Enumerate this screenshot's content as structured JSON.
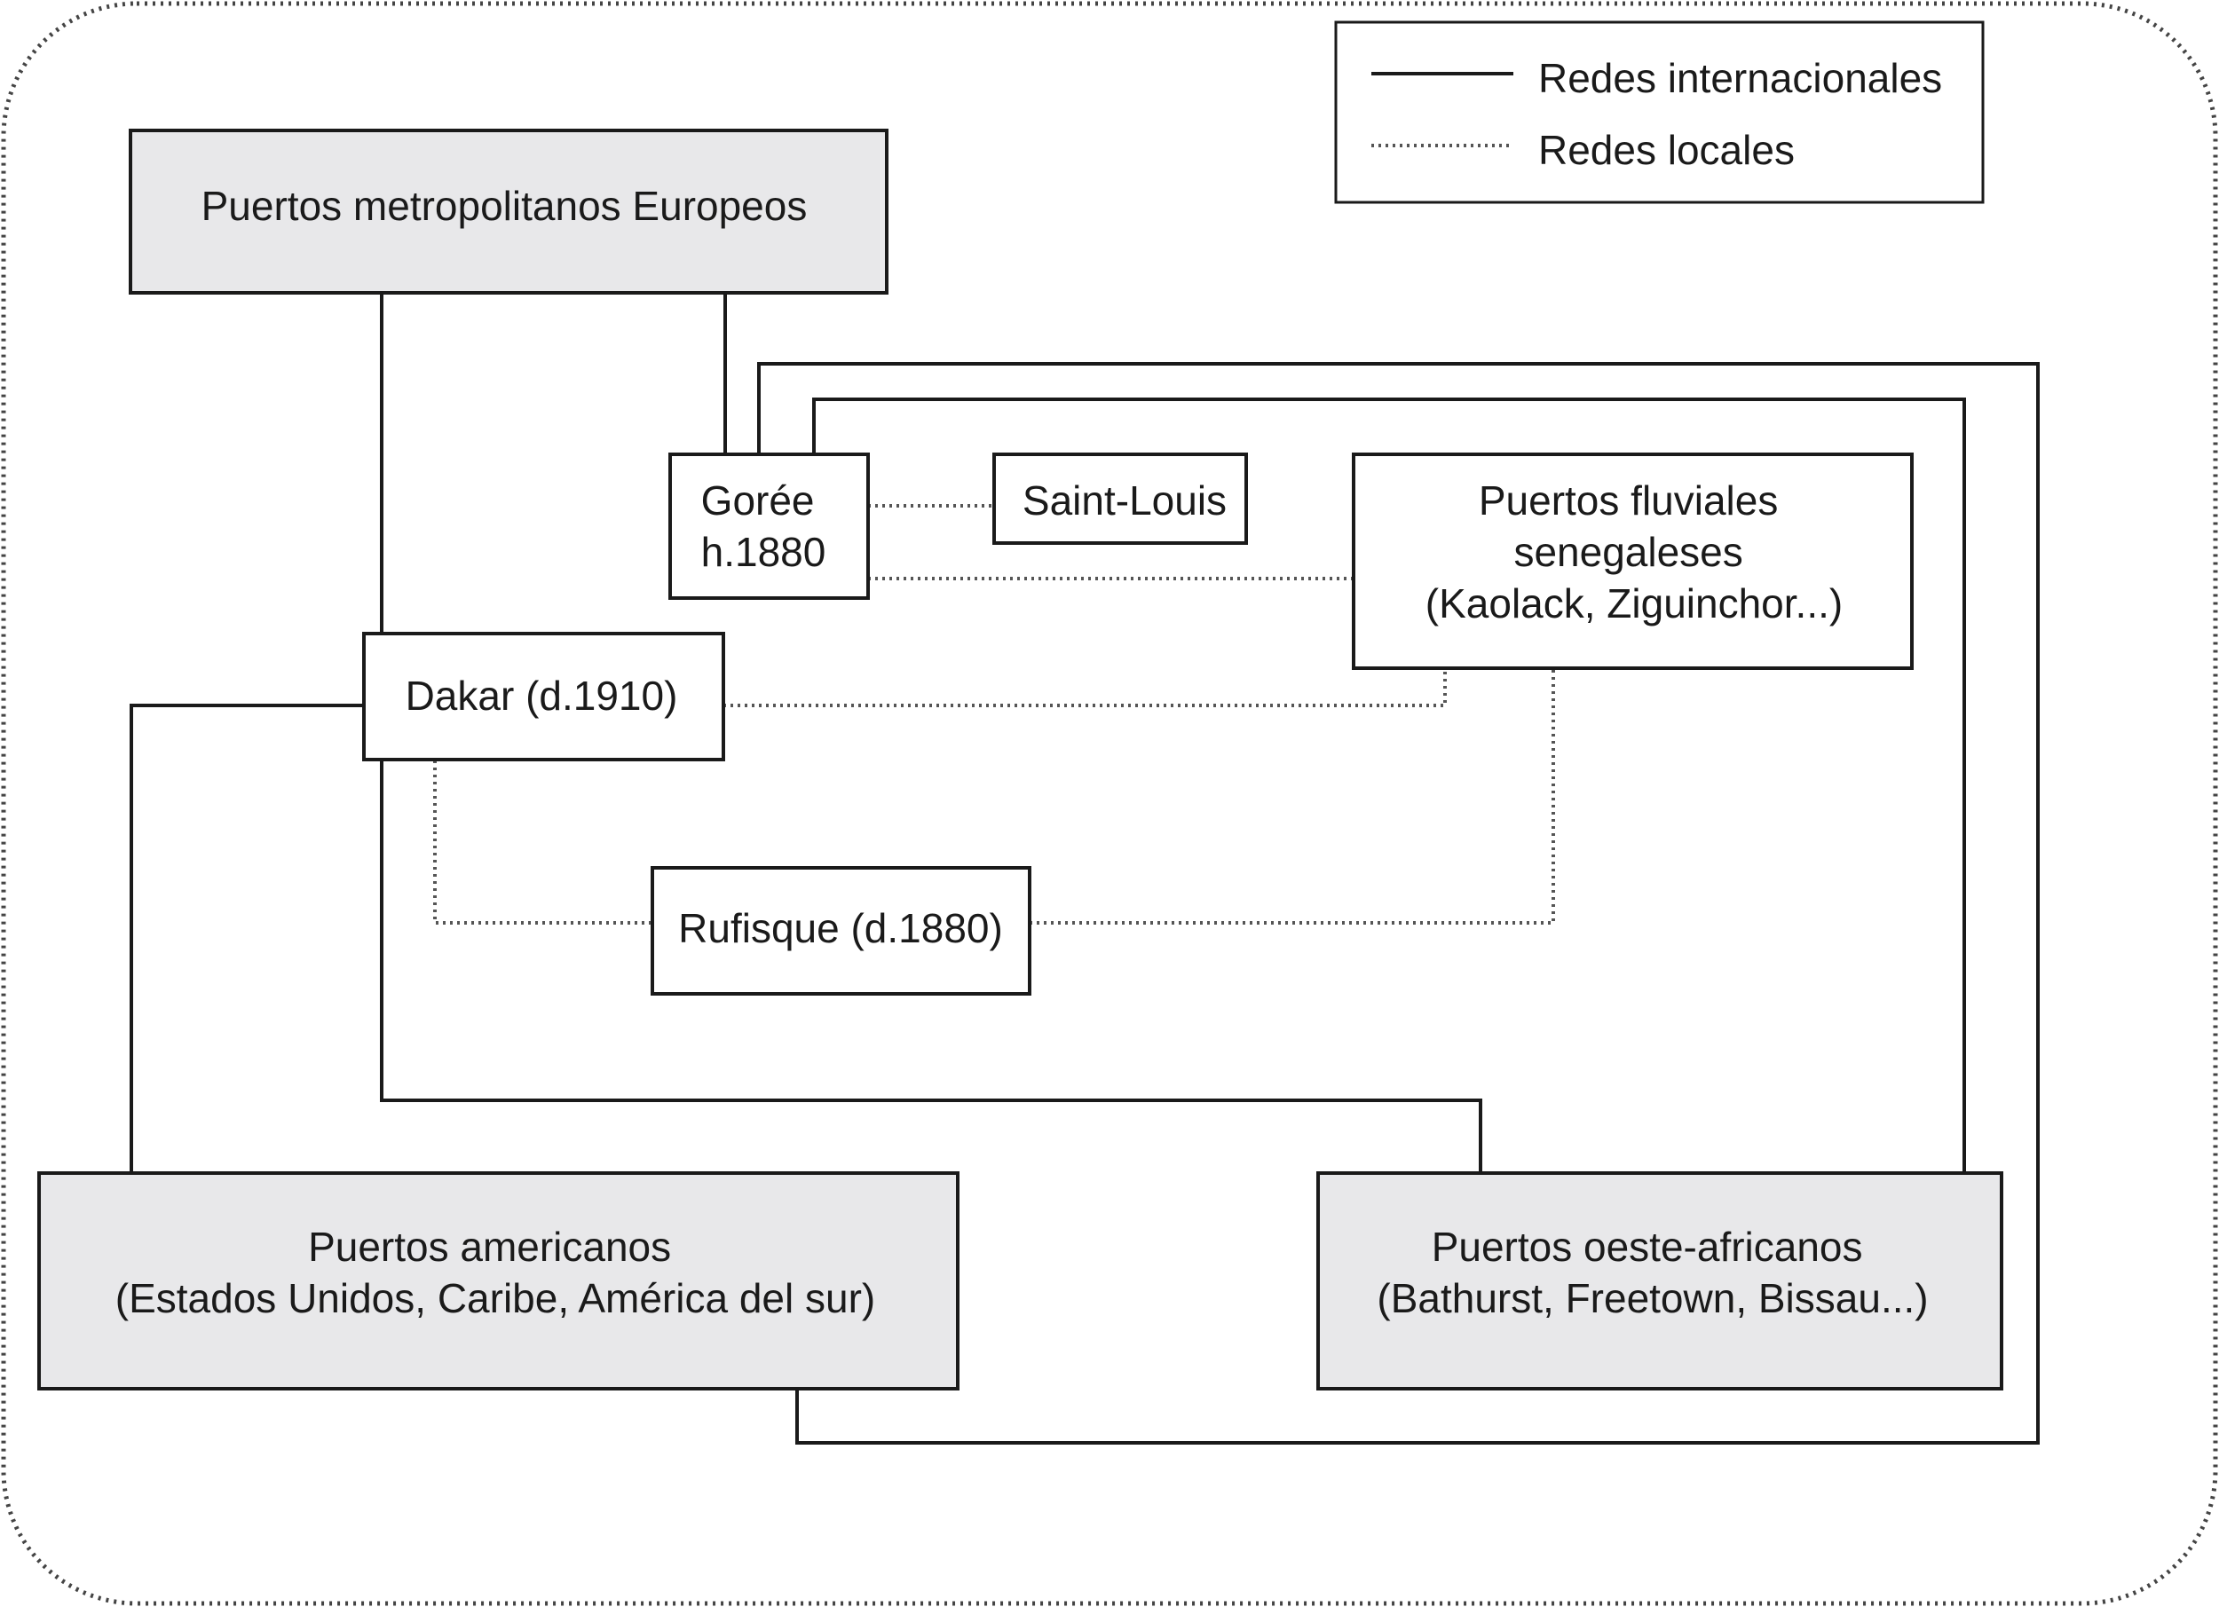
{
  "colors": {
    "box_fill_shaded": "#e8e8ea",
    "box_fill_plain": "#ffffff",
    "stroke": "#1a1a1a",
    "dotted_stroke": "#555555"
  },
  "legend": {
    "international_label": "Redes internacionales",
    "local_label": "Redes locales"
  },
  "nodes": {
    "european": {
      "lines": [
        "Puertos metropolitanos Europeos"
      ]
    },
    "goree": {
      "lines": [
        "Gorée",
        "h.1880"
      ]
    },
    "saint_louis": {
      "lines": [
        "Saint-Louis"
      ]
    },
    "fluviales": {
      "lines": [
        "Puertos fluviales",
        "senegaleses",
        "(Kaolack, Ziguinchor...)"
      ]
    },
    "dakar": {
      "lines": [
        "Dakar (d.1910)"
      ]
    },
    "rufisque": {
      "lines": [
        "Rufisque (d.1880)"
      ]
    },
    "americanos": {
      "lines": [
        "Puertos americanos",
        "(Estados Unidos, Caribe, América del sur)"
      ]
    },
    "oeste_africanos": {
      "lines": [
        "Puertos oeste-africanos",
        "(Bathurst, Freetown, Bissau...)"
      ]
    }
  }
}
